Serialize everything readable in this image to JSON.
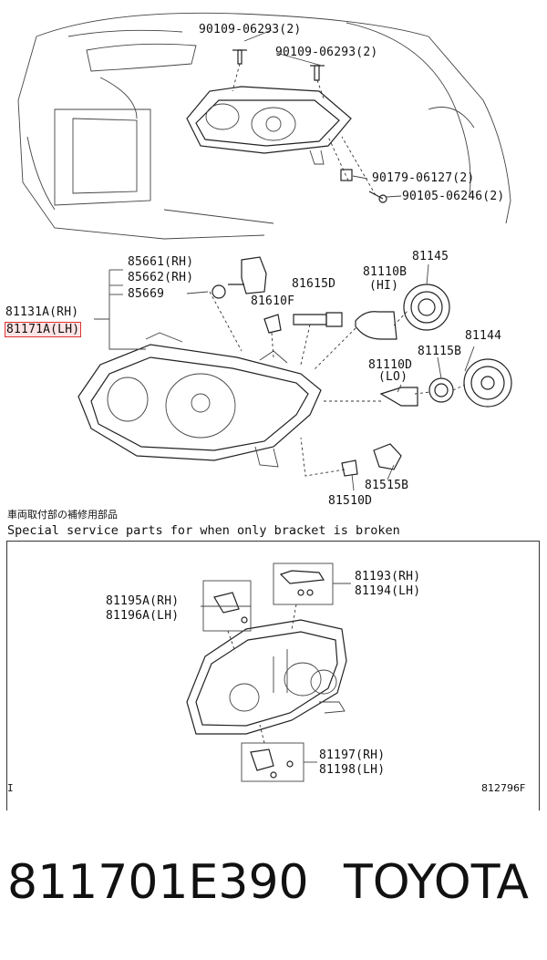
{
  "top_section": {
    "labels": [
      "90109-06293(2)",
      "90109-06293(2)",
      "90179-06127(2)",
      "90105-06246(2)"
    ]
  },
  "headlamp_section": {
    "labels": [
      "85661(RH)",
      "85662(RH)",
      "85669",
      "81131A(RH)",
      "81171A(LH)",
      "81615D",
      "81610F",
      "81110B",
      "(HI)",
      "81145",
      "81144",
      "81115B",
      "81110D",
      "(LO)",
      "81515B",
      "81510D"
    ],
    "highlighted_part": "81171A(LH)"
  },
  "special_parts": {
    "caption_jp": "車両取付部の補修用部品",
    "caption_en": "Special service parts for when only bracket is broken",
    "labels": [
      "81195A(RH)",
      "81196A(LH)",
      "81193(RH)",
      "81194(LH)",
      "81197(RH)",
      "81198(LH)"
    ]
  },
  "footer": {
    "marker": "I",
    "diagram_code": "812796F",
    "part_number": "811701E390",
    "brand": "TOYOTA"
  }
}
